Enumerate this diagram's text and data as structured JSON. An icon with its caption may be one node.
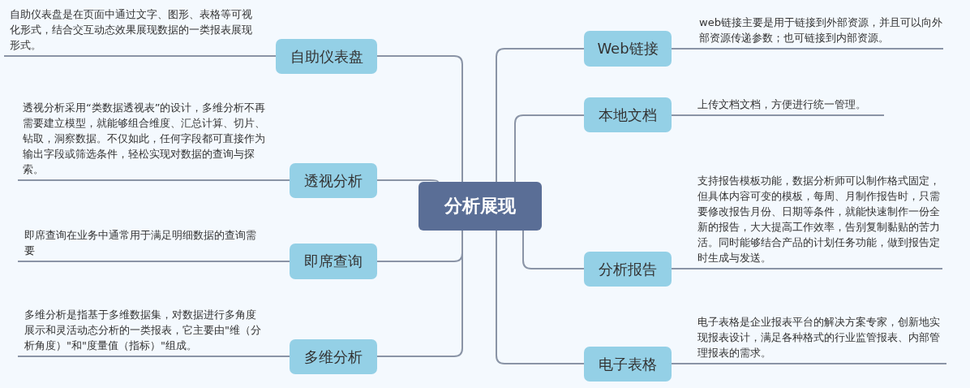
{
  "diagram": {
    "nodes": [
      {
        "text": [
          "分析展现"
        ]
      },
      {
        "text": [
          "自助仪表盘"
        ],
        "beside": [
          "自助仪表盘是在页面中通过文字、图形、表格等可视化形式，结合交互动态效果展现数据的一类报表展现形式。"
        ]
      },
      {
        "text": [
          "透视分析"
        ],
        "beside": [
          "透视分析采用“类数据透视表”的设计，多维分析不再需要建立模型，就能够组合维度、汇总计算、切片、钻取，洞察数据。不仅如此，任何字段都可直接作为输出字段或筛选条件，轻松实现对数据的查询与探索。"
        ]
      },
      {
        "text": [
          "即席查询"
        ],
        "beside": [
          "即席查询在业务中通常用于满足明细数据的查询需要"
        ]
      },
      {
        "text": [
          "多维分析"
        ],
        "beside": [
          "多维分析是指基于多维数据集，对数据进行多角度展示和灵活动态分析的一类报表，它主要由\"维（分析角度）\"和\"度量值（指标）\"组成。"
        ]
      },
      {
        "text": [
          "Web链接"
        ],
        "beside": [
          "web链接主要是用于链接到外部资源，并且可以向外部资源传递参数；也可链接到内部资源。"
        ]
      },
      {
        "text": [
          "本地文档"
        ],
        "beside": [
          "上传文档文档，方便进行统一管理。"
        ]
      },
      {
        "text": [
          "分析报告"
        ],
        "beside": [
          "支持报告模板功能，数据分析师可以制作格式固定，但具体内容可变的模板，每周、月制作报告时，只需要修改报告月份、日期等条件，就能快速制作一份全新的报告，大大提高工作效率，告别复制黏贴的苦力活。同时能够结合产品的计划任务功能，做到报告定时生成与发送。"
        ]
      },
      {
        "text": [
          "电子表格"
        ],
        "beside": [
          "电子表格是企业报表平台的解决方案专家，创新地实现报表设计，满足各种格式的行业监管报表、内部管理报表的需求。"
        ]
      }
    ],
    "edges": [
      {
        "from": 0,
        "to": 1,
        "arrow": "none"
      },
      {
        "from": 0,
        "to": 2,
        "arrow": "none"
      },
      {
        "from": 0,
        "to": 3,
        "arrow": "none"
      },
      {
        "from": 0,
        "to": 4,
        "arrow": "none"
      },
      {
        "from": 0,
        "to": 5,
        "arrow": "none"
      },
      {
        "from": 0,
        "to": 6,
        "arrow": "none"
      },
      {
        "from": 0,
        "to": 7,
        "arrow": "none"
      },
      {
        "from": 0,
        "to": 8,
        "arrow": "none"
      }
    ]
  }
}
